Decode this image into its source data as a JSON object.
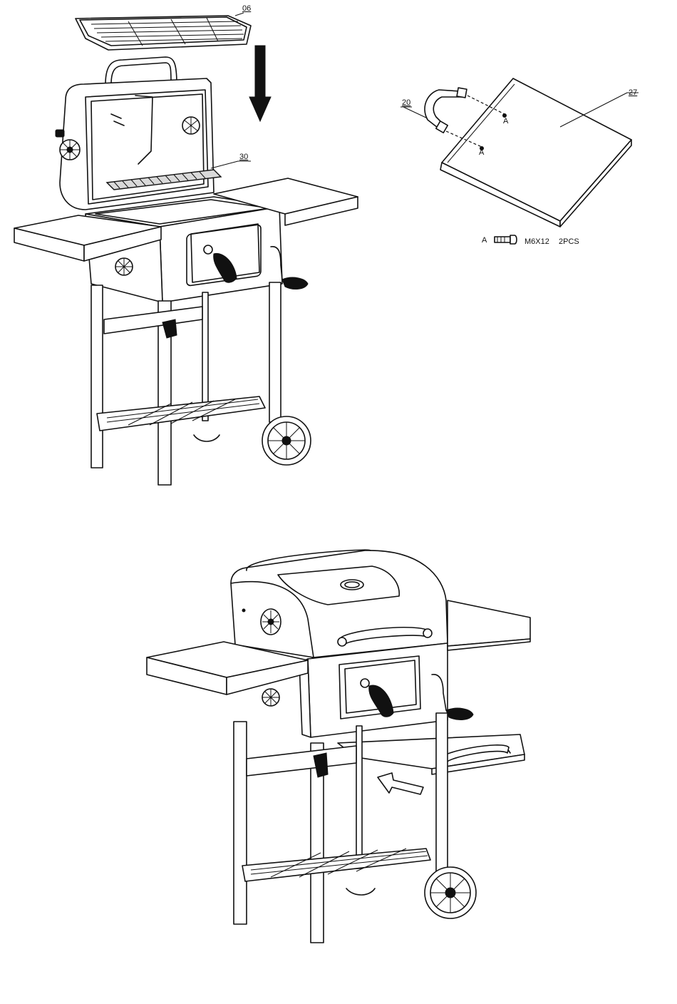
{
  "callouts": {
    "grate": "06",
    "charcoal_grid": "30",
    "handle": "20",
    "shelf": "27",
    "screw_a_top": "A",
    "screw_a_bottom": "A"
  },
  "hardware": {
    "letter": "A",
    "size": "M6X12",
    "qty": "2PCS"
  },
  "colors": {
    "line": "#111111",
    "background": "#ffffff"
  },
  "icons": {
    "down_arrow": "down-arrow-icon",
    "slide_arrow": "slide-in-arrow-icon",
    "screw": "screw-icon"
  }
}
